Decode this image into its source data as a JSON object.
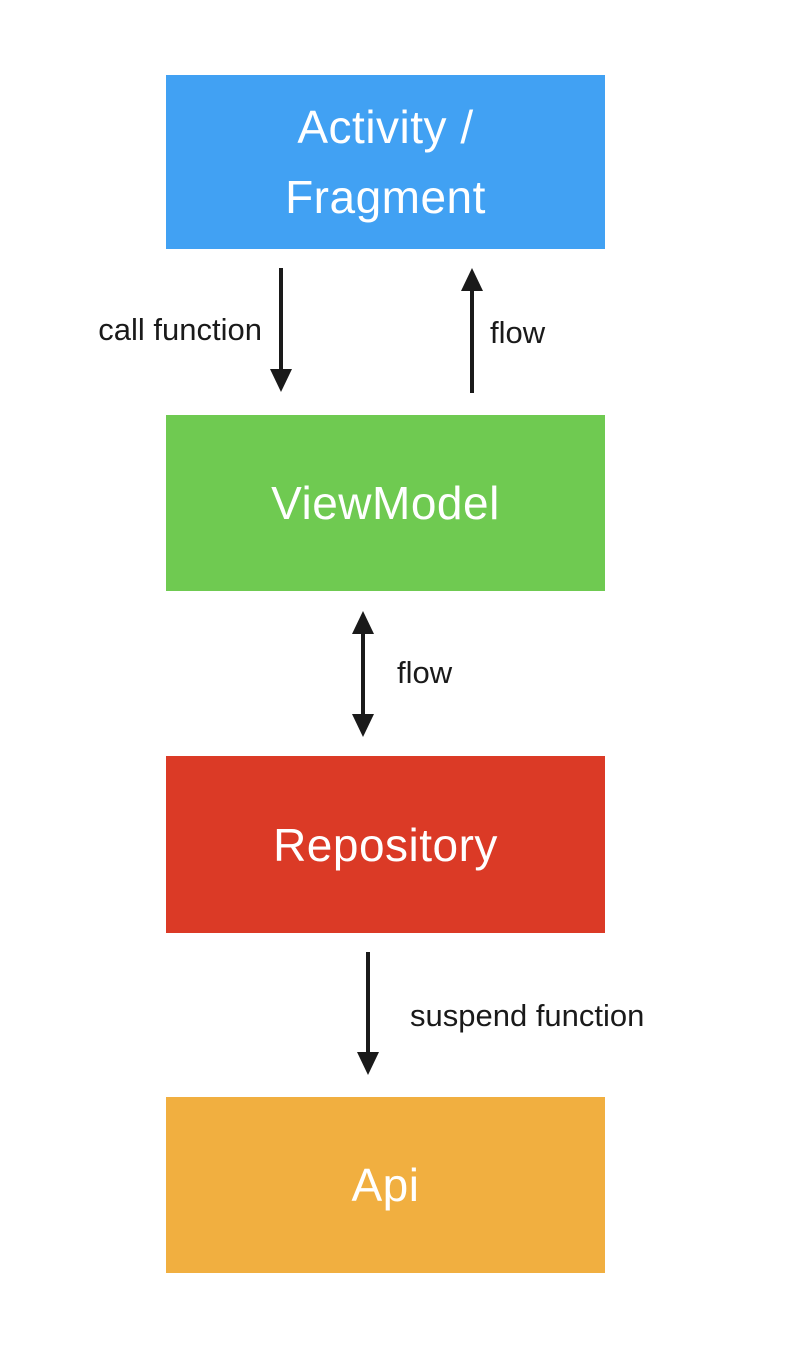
{
  "colors": {
    "background": "#ffffff",
    "arrow": "#1a1a1a",
    "edge_label_text": "#1a1a1a",
    "node_text": "#ffffff"
  },
  "nodes": {
    "activity": {
      "line1": "Activity /",
      "line2": "Fragment",
      "color": "#41a1f3"
    },
    "viewmodel": {
      "label": "ViewModel",
      "color": "#6fca51"
    },
    "repository": {
      "label": "Repository",
      "color": "#db3a26"
    },
    "api": {
      "label": "Api",
      "color": "#f1af40"
    }
  },
  "edges": {
    "call_function": {
      "label": "call function",
      "direction": "down",
      "from": "activity",
      "to": "viewmodel"
    },
    "flow_to_activity": {
      "label": "flow",
      "direction": "up",
      "from": "viewmodel",
      "to": "activity"
    },
    "flow_viewmodel_repository": {
      "label": "flow",
      "direction": "both",
      "from": "viewmodel",
      "to": "repository"
    },
    "suspend_function": {
      "label": "suspend function",
      "direction": "down",
      "from": "repository",
      "to": "api"
    }
  }
}
